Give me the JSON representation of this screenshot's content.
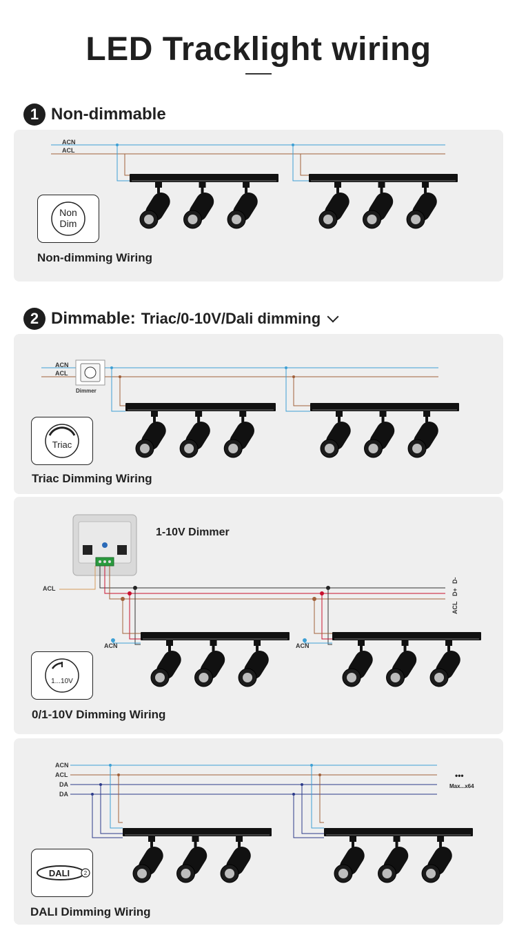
{
  "title": "LED Tracklight wiring",
  "section1": {
    "number": "1",
    "title": "Non-dimmable"
  },
  "section2": {
    "number": "2",
    "title": "Dimmable:",
    "subtitle": "Triac/0-10V/Dali dimming"
  },
  "panels": {
    "nondim": {
      "caption": "Non-dimming Wiring",
      "badge_line1": "Non",
      "badge_line2": "Dim",
      "wire_labels": [
        "ACN",
        "ACL"
      ]
    },
    "triac": {
      "caption": "Triac Dimming Wiring",
      "badge": "Triac",
      "wire_labels": [
        "ACN",
        "ACL"
      ],
      "dimmer_label": "Dimmer"
    },
    "v10": {
      "caption": "0/1-10V Dimming Wiring",
      "badge": "1...10V",
      "dimmer_title": "1-10V Dimmer",
      "acl_label": "ACL",
      "acn_label": "ACN",
      "right_labels": [
        "D-",
        "D+",
        "ACL"
      ]
    },
    "dali": {
      "caption": "DALI Dimming Wiring",
      "badge": "DALI",
      "badge_sup": "2",
      "wire_labels": [
        "ACN",
        "ACL",
        "DA",
        "DA"
      ],
      "dots": "•••",
      "max_label": "Max...x64"
    }
  },
  "colors": {
    "panel_bg": "#efefef",
    "wire_blue": "#3d9fd4",
    "wire_brown": "#a0603a",
    "wire_navy": "#2b3a8a",
    "wire_red": "#c8102e",
    "fixture_black": "#111111"
  }
}
